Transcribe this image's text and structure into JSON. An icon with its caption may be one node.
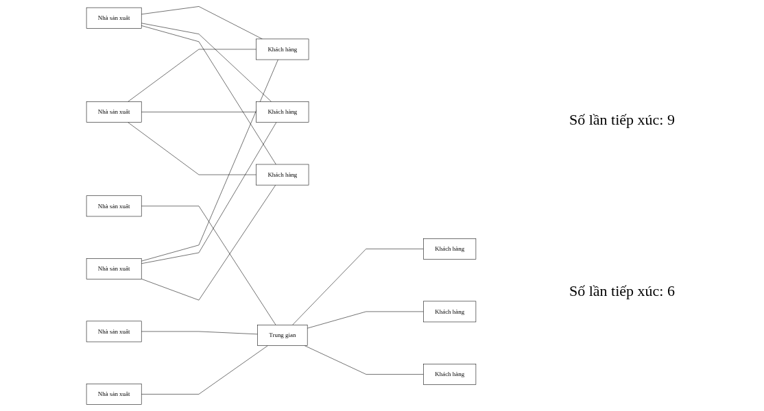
{
  "diagram": {
    "nodes": [
      {
        "text": [
          "Nhà sản xuất"
        ]
      },
      {
        "text": [
          "Khách hàng"
        ]
      },
      {
        "text": [
          "Nhà sản xuất"
        ]
      },
      {
        "text": [
          "Khách hàng"
        ]
      },
      {
        "text": [
          "Nhà sản xuất"
        ]
      },
      {
        "text": [
          "Khách hàng"
        ]
      },
      {
        "text": [
          "Nhà sản xuất"
        ]
      },
      {
        "text": [
          "Trung gian"
        ]
      },
      {
        "text": [
          "Khách hàng"
        ]
      },
      {
        "text": [
          "Nhà sản xuất"
        ]
      },
      {
        "text": [
          "Khách hàng"
        ]
      },
      {
        "text": [
          "Nhà sản xuất"
        ]
      },
      {
        "text": [
          "Khách hàng"
        ]
      }
    ],
    "edges": [
      {
        "from": 0,
        "to": 1,
        "arrow": "none"
      },
      {
        "from": 0,
        "to": 5,
        "arrow": "none"
      },
      {
        "from": 0,
        "to": 10,
        "arrow": "none"
      },
      {
        "from": 4,
        "to": 1,
        "arrow": "none"
      },
      {
        "from": 4,
        "to": 5,
        "arrow": "none"
      },
      {
        "from": 4,
        "to": 10,
        "arrow": "none"
      },
      {
        "from": 9,
        "to": 1,
        "arrow": "none"
      },
      {
        "from": 9,
        "to": 5,
        "arrow": "none"
      },
      {
        "from": 9,
        "to": 10,
        "arrow": "none"
      },
      {
        "from": 2,
        "to": 7,
        "arrow": "none"
      },
      {
        "from": 6,
        "to": 7,
        "arrow": "none"
      },
      {
        "from": 11,
        "to": 7,
        "arrow": "none"
      },
      {
        "from": 7,
        "to": 3,
        "arrow": "none"
      },
      {
        "from": 7,
        "to": 8,
        "arrow": "none"
      },
      {
        "from": 7,
        "to": 12,
        "arrow": "none"
      }
    ],
    "labels": [
      "Số lần tiếp xúc: 9",
      "Số lần tiếp xúc: 6"
    ]
  }
}
